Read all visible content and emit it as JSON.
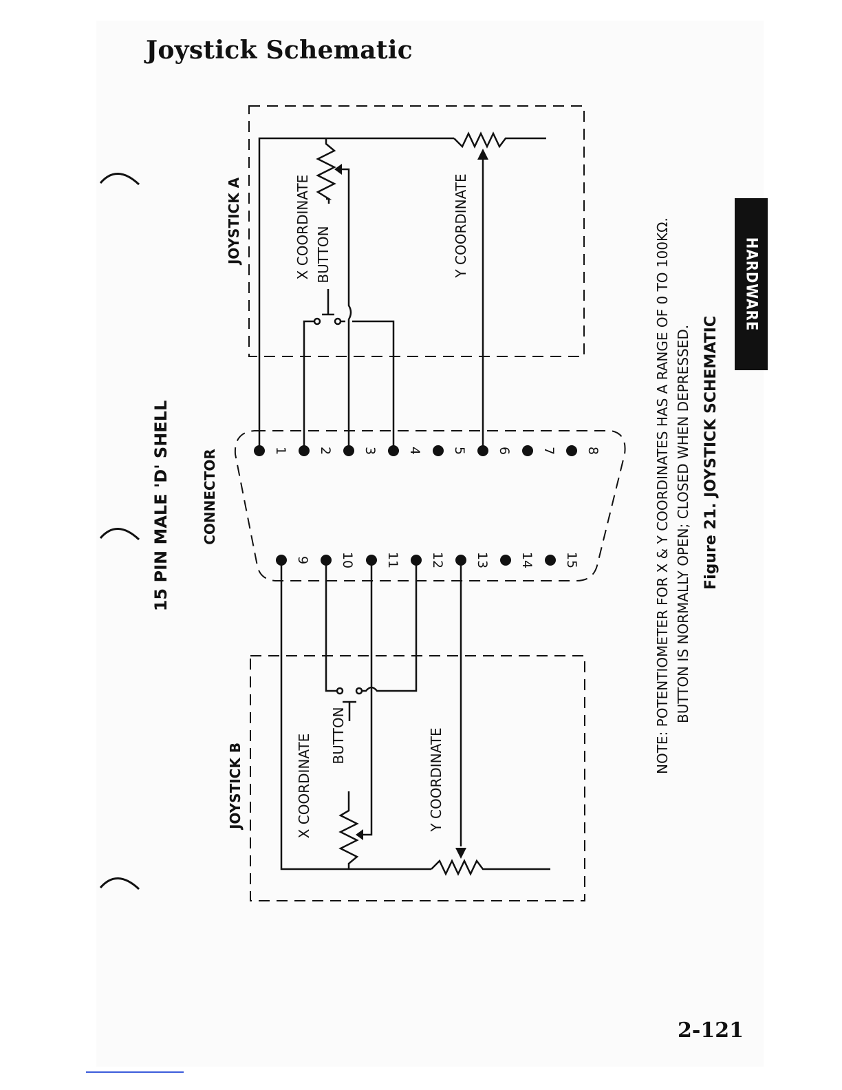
{
  "page": {
    "title": "Joystick Schematic",
    "page_number": "2-121",
    "side_tab": "HARDWARE"
  },
  "diagram": {
    "shell_label": "15 PIN MALE 'D' SHELL",
    "connector_label": "CONNECTOR",
    "pins_top": [
      "1",
      "2",
      "3",
      "4",
      "5",
      "6",
      "7",
      "8"
    ],
    "pins_bottom": [
      "9",
      "10",
      "11",
      "12",
      "13",
      "14",
      "15"
    ],
    "joystick_a": {
      "title": "JOYSTICK A",
      "x_label": "X COORDINATE",
      "button_label": "BUTTON",
      "y_label": "Y COORDINATE"
    },
    "joystick_b": {
      "title": "JOYSTICK B",
      "x_label": "X COORDINATE",
      "button_label": "BUTTON",
      "y_label": "Y COORDINATE"
    },
    "note_line1": "NOTE: POTENTIOMETER FOR X & Y COORDINATES HAS A RANGE OF 0 TO 100KΩ.",
    "note_line2": "BUTTON IS NORMALLY OPEN; CLOSED WHEN DEPRESSED.",
    "figure_caption": "Figure 21. JOYSTICK SCHEMATIC"
  }
}
